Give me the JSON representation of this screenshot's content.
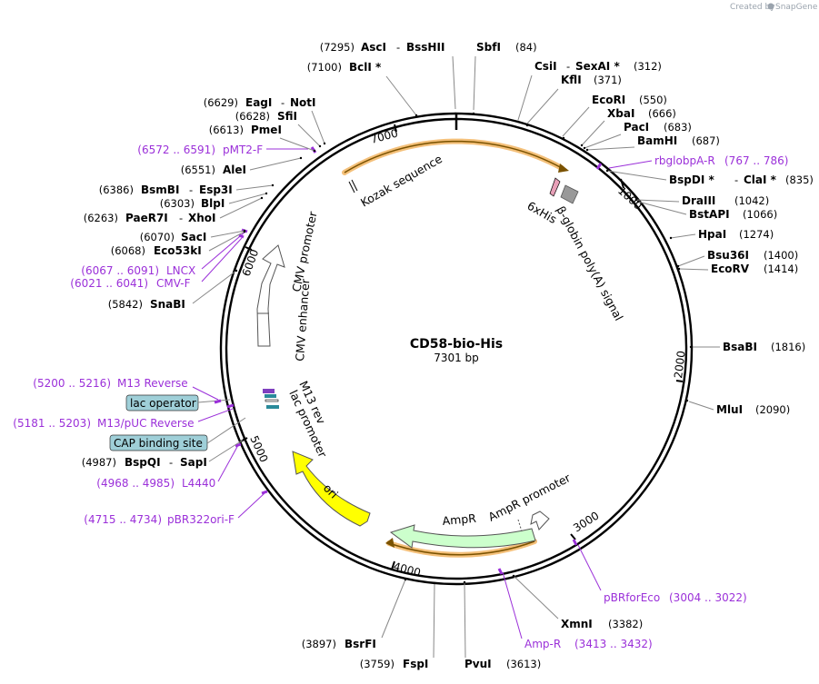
{
  "app": {
    "brand_prefix": "Created by",
    "brand_name": "SnapGene"
  },
  "plasmid": {
    "name": "CD58-bio-His",
    "size_label": "7301 bp",
    "length": 7301
  },
  "colors": {
    "backbone": "#000000",
    "primer": "#9b30d9",
    "orf_glow": "#f4c07a",
    "ori": "#ffff00",
    "ampr": "#ccffcc",
    "badge": "#9fcfd8"
  },
  "ticks": [
    "1000",
    "2000",
    "3000",
    "4000",
    "5000",
    "6000",
    "7000"
  ],
  "sites": [
    {
      "key": "s_asci",
      "name": "AscI",
      "pos": "(7295)"
    },
    {
      "key": "s_bsshii",
      "name": "BssHII"
    },
    {
      "key": "s_sbfi",
      "name": "SbfI",
      "pos": "(84)"
    },
    {
      "key": "s_csii",
      "name": "CsiI"
    },
    {
      "key": "s_sexai",
      "name": "SexAI *",
      "pos": "(312)"
    },
    {
      "key": "s_kfli",
      "name": "KflI",
      "pos": "(371)"
    },
    {
      "key": "s_ecori",
      "name": "EcoRI",
      "pos": "(550)"
    },
    {
      "key": "s_xbai",
      "name": "XbaI",
      "pos": "(666)"
    },
    {
      "key": "s_paci",
      "name": "PacI",
      "pos": "(683)"
    },
    {
      "key": "s_bamhi",
      "name": "BamHI",
      "pos": "(687)"
    },
    {
      "key": "s_bspdi",
      "name": "BspDI *"
    },
    {
      "key": "s_clai",
      "name": "ClaI *",
      "pos": "(835)"
    },
    {
      "key": "s_draiii",
      "name": "DraIII",
      "pos": "(1042)"
    },
    {
      "key": "s_bstapi",
      "name": "BstAPI",
      "pos": "(1066)"
    },
    {
      "key": "s_hpai",
      "name": "HpaI",
      "pos": "(1274)"
    },
    {
      "key": "s_bsu36i",
      "name": "Bsu36I",
      "pos": "(1400)"
    },
    {
      "key": "s_ecorv",
      "name": "EcoRV",
      "pos": "(1414)"
    },
    {
      "key": "s_bsabi",
      "name": "BsaBI",
      "pos": "(1816)"
    },
    {
      "key": "s_mlui",
      "name": "MluI",
      "pos": "(2090)"
    },
    {
      "key": "s_xmni",
      "name": "XmnI",
      "pos": "(3382)"
    },
    {
      "key": "s_pvui",
      "name": "PvuI",
      "pos": "(3613)"
    },
    {
      "key": "s_fspi",
      "name": "FspI",
      "pos": "(3759)"
    },
    {
      "key": "s_bsrfi",
      "name": "BsrFI",
      "pos": "(3897)"
    },
    {
      "key": "s_bspqi",
      "name": "BspQI",
      "pos": "(4987)"
    },
    {
      "key": "s_sapi",
      "name": "SapI"
    },
    {
      "key": "s_snabi",
      "name": "SnaBI",
      "pos": "(5842)"
    },
    {
      "key": "s_eco53ki",
      "name": "Eco53kI",
      "pos": "(6068)"
    },
    {
      "key": "s_saci",
      "name": "SacI",
      "pos": "(6070)"
    },
    {
      "key": "s_paer7i",
      "name": "PaeR7I",
      "pos": "(6263)"
    },
    {
      "key": "s_xhoi",
      "name": "XhoI"
    },
    {
      "key": "s_blpi",
      "name": "BlpI",
      "pos": "(6303)"
    },
    {
      "key": "s_bsmbi",
      "name": "BsmBI",
      "pos": "(6386)"
    },
    {
      "key": "s_esp3i",
      "name": "Esp3I"
    },
    {
      "key": "s_alei",
      "name": "AleI",
      "pos": "(6551)"
    },
    {
      "key": "s_pmei",
      "name": "PmeI",
      "pos": "(6613)"
    },
    {
      "key": "s_sfii",
      "name": "SfiI",
      "pos": "(6628)"
    },
    {
      "key": "s_eagi",
      "name": "EagI",
      "pos": "(6629)"
    },
    {
      "key": "s_noti",
      "name": "NotI"
    },
    {
      "key": "s_bcli",
      "name": "BclI *",
      "pos": "(7100)"
    }
  ],
  "primers": [
    {
      "key": "p_rbglobpa",
      "name": "rbglobpA-R",
      "range": "(767 .. 786)"
    },
    {
      "key": "p_pbrforeco",
      "name": "pBRforEco",
      "range": "(3004 .. 3022)"
    },
    {
      "key": "p_ampr",
      "name": "Amp-R",
      "range": "(3413 .. 3432)"
    },
    {
      "key": "p_pbr322ori",
      "name": "pBR322ori-F",
      "range": "(4715 .. 4734)"
    },
    {
      "key": "p_l4440",
      "name": "L4440",
      "range": "(4968 .. 4985)"
    },
    {
      "key": "p_m13puc",
      "name": "M13/pUC Reverse",
      "range": "(5181 .. 5203)"
    },
    {
      "key": "p_m13rev",
      "name": "M13 Reverse",
      "range": "(5200 .. 5216)"
    },
    {
      "key": "p_cmvf",
      "name": "CMV-F",
      "range": "(6021 .. 6041)"
    },
    {
      "key": "p_lncx",
      "name": "LNCX",
      "range": "(6067 .. 6091)"
    },
    {
      "key": "p_pmt2f",
      "name": "pMT2-F",
      "range": "(6572 .. 6591)"
    }
  ],
  "badges": [
    {
      "key": "b_lacop",
      "text": "lac operator"
    },
    {
      "key": "b_cap",
      "text": "CAP binding site"
    }
  ],
  "features": {
    "kozak": "Kozak sequence",
    "his": "6xHis",
    "bglobin": "β-globin poly(A) signal",
    "cmv_promoter": "CMV promoter",
    "cmv_enhancer": "CMV enhancer",
    "m13rev": "M13 rev",
    "lac_promoter": "lac promoter",
    "ori": "ori",
    "ampr": "AmpR",
    "ampr_promoter": "AmpR promoter"
  }
}
